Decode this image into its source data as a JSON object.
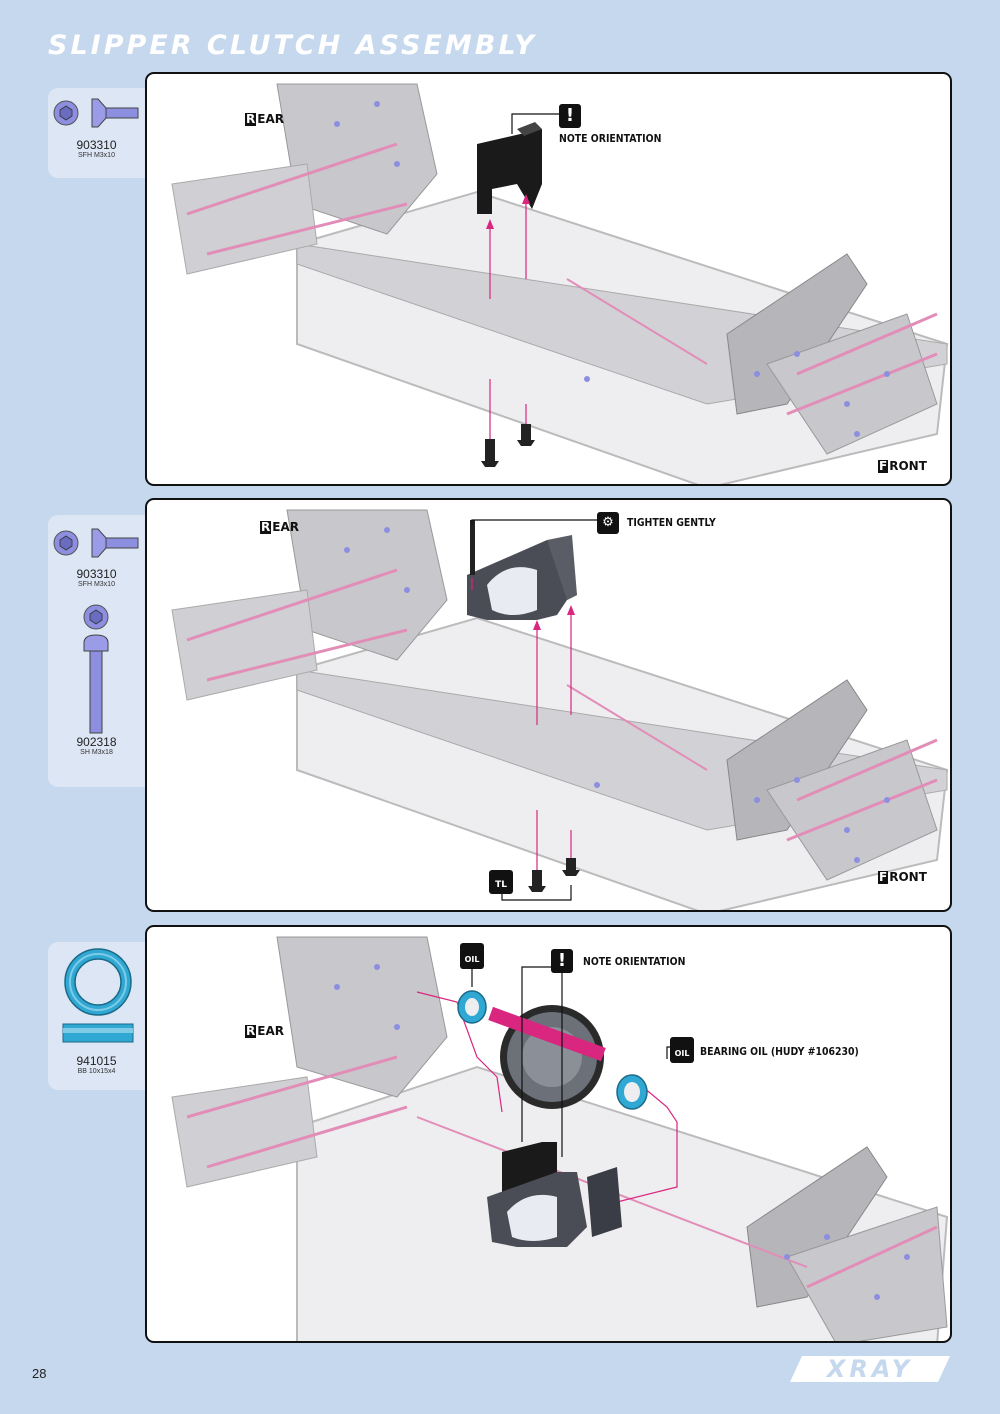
{
  "page": {
    "title": "SLIPPER CLUTCH ASSEMBLY",
    "page_number": "28",
    "brand": "XRAY"
  },
  "colors": {
    "background": "#c6d8ee",
    "card": "#dde6f4",
    "accent_pink": "#d9267f",
    "screw_blue": "#8c8ee0",
    "bearing_cyan": "#2fa8d4",
    "chassis_grey": "#bfbfc2"
  },
  "steps": [
    {
      "parts": [
        {
          "code": "903310",
          "desc": "SFH M3x10",
          "icon": "flat-head-screw-icon"
        }
      ],
      "labels": {
        "rear": "REAR",
        "front": "FRONT",
        "note": "NOTE ORIENTATION"
      },
      "callout_icons": [
        "exclamation-icon"
      ]
    },
    {
      "parts": [
        {
          "code": "903310",
          "desc": "SFH M3x10",
          "icon": "flat-head-screw-icon"
        },
        {
          "code": "902318",
          "desc": "SH M3x18",
          "icon": "socket-head-screw-icon"
        }
      ],
      "labels": {
        "rear": "REAR",
        "front": "FRONT",
        "note": "TIGHTEN GENTLY"
      },
      "callout_icons": [
        "tighten-gently-icon",
        "threadlock-icon"
      ],
      "threadlock_tag": "TL"
    },
    {
      "parts": [
        {
          "code": "941015",
          "desc": "BB 10x15x4",
          "icon": "ball-bearing-icon"
        }
      ],
      "labels": {
        "rear": "REAR",
        "note": "NOTE ORIENTATION",
        "oil": "BEARING OIL (HUDY #106230)"
      },
      "callout_icons": [
        "oil-icon",
        "exclamation-icon",
        "oil-icon"
      ],
      "oil_tag": "OIL"
    }
  ]
}
